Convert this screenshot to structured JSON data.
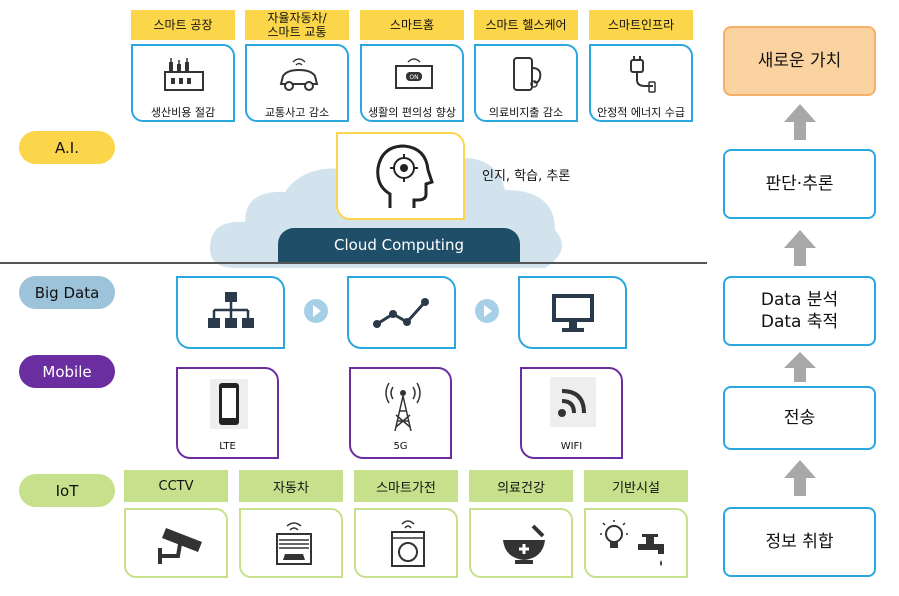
{
  "services": [
    {
      "tag": "스마트 공장",
      "label": "생산비용 절감",
      "icon": "factory-icon"
    },
    {
      "tag": "자율자동차/\n스마트 교통",
      "label": "교통사고 감소",
      "icon": "car-icon"
    },
    {
      "tag": "스마트홈",
      "label": "생활의 편의성 향상",
      "icon": "smart-home-icon"
    },
    {
      "tag": "스마트 헬스케어",
      "label": "의료비지출 감소",
      "icon": "health-phone-icon"
    },
    {
      "tag": "스마트인프라",
      "label": "안정적 에너지 수급",
      "icon": "energy-plug-icon"
    }
  ],
  "layers": {
    "ai": "A.I.",
    "bigdata": "Big Data",
    "mobile": "Mobile",
    "iot": "IoT"
  },
  "ai": {
    "caption": "인지, 학습, 추론",
    "icon": "brain-head-icon"
  },
  "cloud": {
    "label": "Cloud Computing"
  },
  "bigdata_items": [
    {
      "icon": "hierarchy-icon"
    },
    {
      "icon": "line-trend-icon"
    },
    {
      "icon": "monitor-icon"
    }
  ],
  "mobile_items": [
    {
      "label": "LTE",
      "icon": "phone-icon"
    },
    {
      "label": "5G",
      "icon": "tower-icon"
    },
    {
      "label": "WIFI",
      "icon": "wifi-icon"
    }
  ],
  "iot_items": [
    {
      "tag": "CCTV",
      "icon": "cctv-icon"
    },
    {
      "tag": "자동차",
      "icon": "garage-car-icon"
    },
    {
      "tag": "스마트가전",
      "icon": "washer-icon"
    },
    {
      "tag": "의료건강",
      "icon": "mortar-icon"
    },
    {
      "tag": "기반시설",
      "icon": "bulb-faucet-icon"
    }
  ],
  "right_column": [
    {
      "label": "새로운 가치"
    },
    {
      "label": "판단·추론"
    },
    {
      "label": "Data 분석\nData 축적"
    },
    {
      "label": "전송"
    },
    {
      "label": "정보 취합"
    }
  ],
  "colors": {
    "blue": "#2aa7df",
    "yellow": "#fbd64a",
    "purple": "#6a2ea0",
    "green": "#c6e08b",
    "orange_value": "#fbd3a0",
    "cloud_band": "#1f4e69"
  }
}
